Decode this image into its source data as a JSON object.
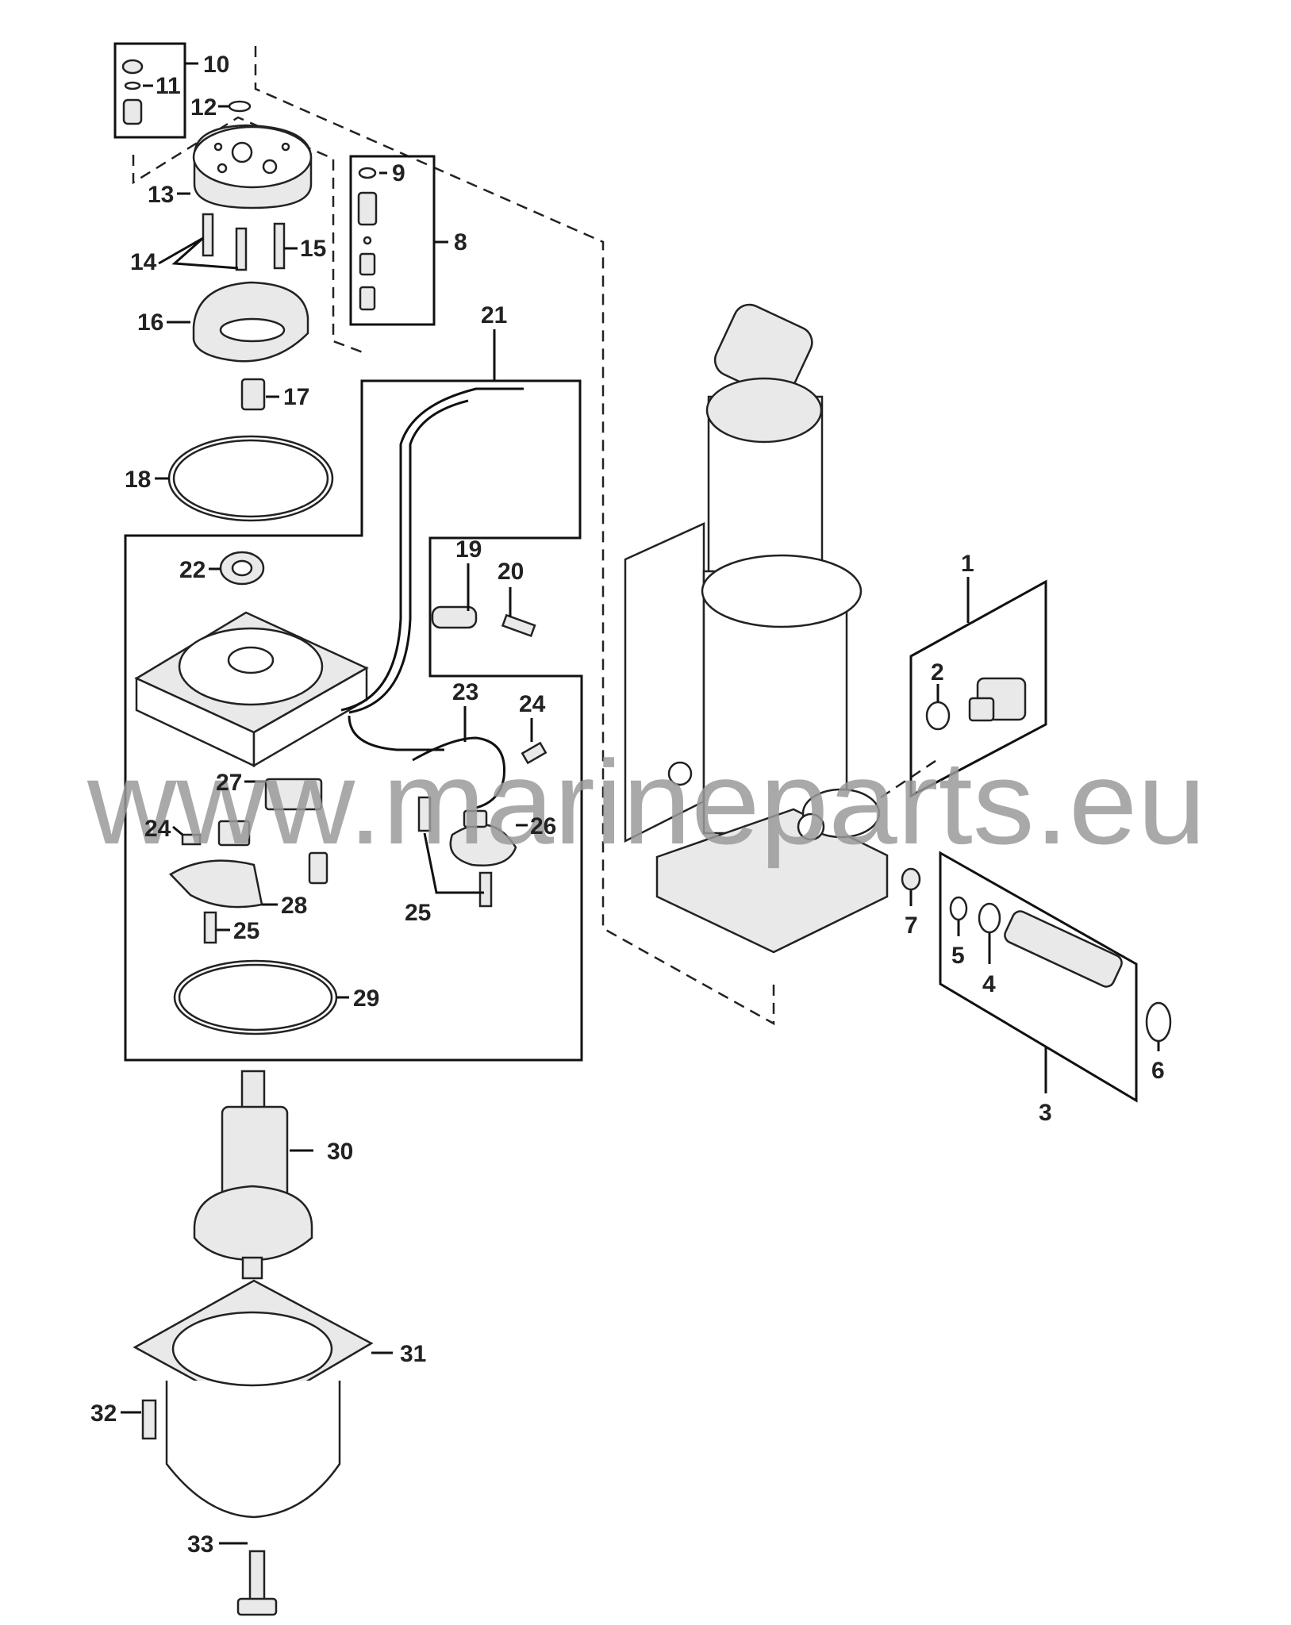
{
  "watermark": "www.marineparts.eu",
  "callouts": {
    "c1": "1",
    "c2": "2",
    "c3": "3",
    "c4": "4",
    "c5": "5",
    "c6": "6",
    "c7": "7",
    "c8": "8",
    "c9": "9",
    "c10": "10",
    "c11": "11",
    "c12": "12",
    "c13": "13",
    "c14": "14",
    "c15": "15",
    "c16": "16",
    "c17": "17",
    "c18": "18",
    "c19": "19",
    "c20": "20",
    "c21": "21",
    "c22": "22",
    "c23": "23",
    "c24": "24",
    "c25": "25",
    "c26": "26",
    "c27": "27",
    "c28": "28",
    "c29": "29",
    "c30": "30",
    "c31": "31",
    "c32": "32",
    "c33": "33"
  }
}
